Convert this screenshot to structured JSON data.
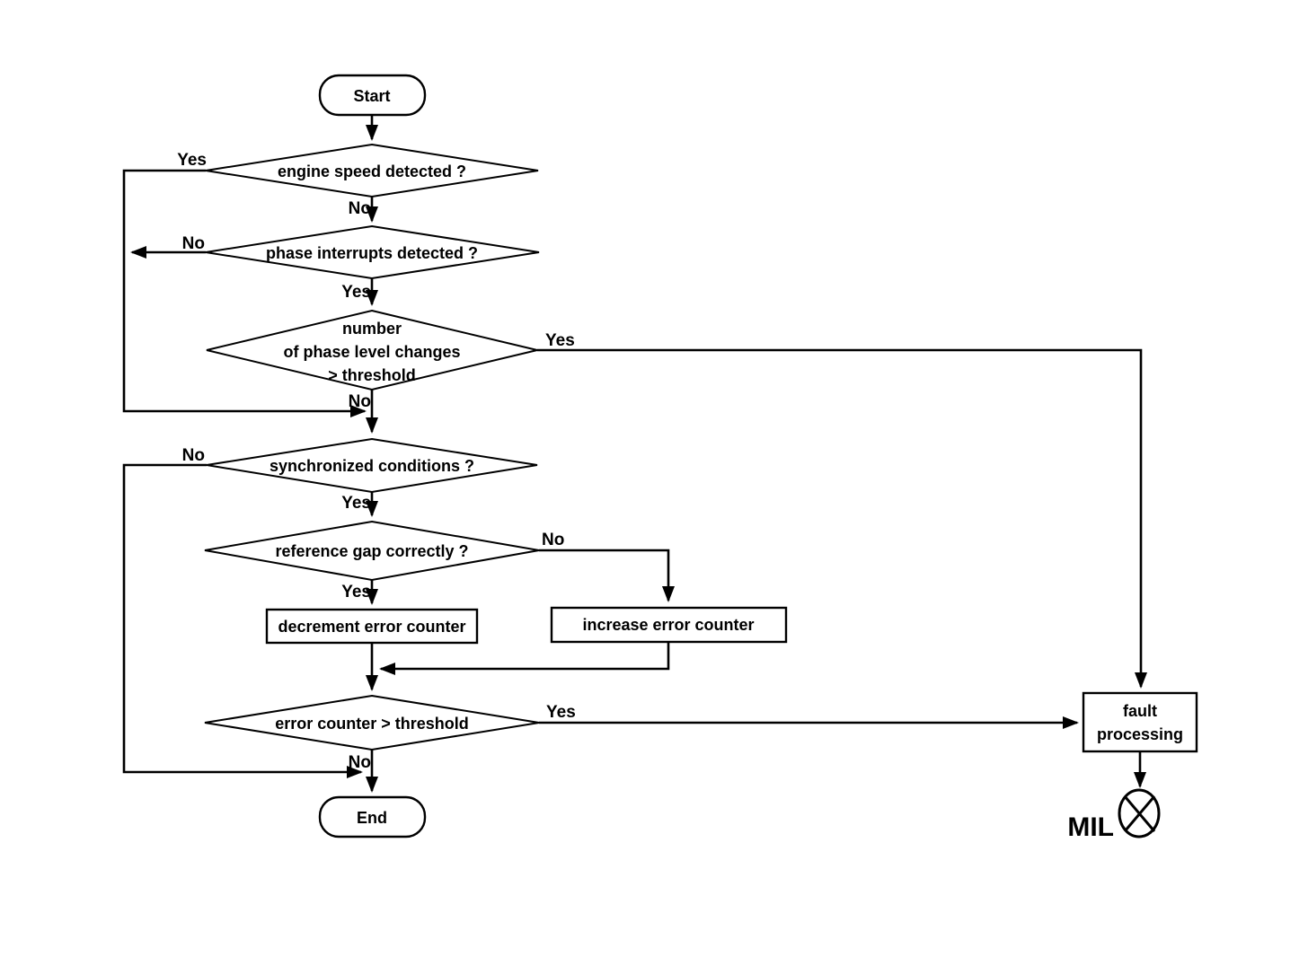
{
  "diagram": {
    "background_color": "#ffffff",
    "line_color": "#000000",
    "text_color": "#000000"
  },
  "nodes": {
    "start": {
      "label": "Start"
    },
    "engine_speed": {
      "label": "engine speed detected ?"
    },
    "phase_interrupts": {
      "label": "phase interrupts detected ?"
    },
    "phase_level_changes": {
      "lines": [
        "number",
        "of phase level changes",
        "> threshold"
      ]
    },
    "synchronized": {
      "label": "synchronized conditions ?"
    },
    "reference_gap": {
      "label": "reference gap correctly ?"
    },
    "decrement_counter": {
      "label": "decrement error counter"
    },
    "increase_counter": {
      "label": "increase error counter"
    },
    "error_counter": {
      "label": "error counter > threshold"
    },
    "end": {
      "label": "End"
    },
    "fault_processing": {
      "lines": [
        "fault",
        "processing"
      ]
    },
    "mil": {
      "label": "MIL"
    }
  },
  "edge_labels": {
    "engine_speed_yes": "Yes",
    "engine_speed_no": "No",
    "phase_interrupts_no": "No",
    "phase_interrupts_yes": "Yes",
    "phase_level_yes": "Yes",
    "phase_level_no": "No",
    "synchronized_no": "No",
    "synchronized_yes": "Yes",
    "reference_gap_no": "No",
    "reference_gap_yes": "Yes",
    "error_counter_yes": "Yes",
    "error_counter_no": "No"
  }
}
